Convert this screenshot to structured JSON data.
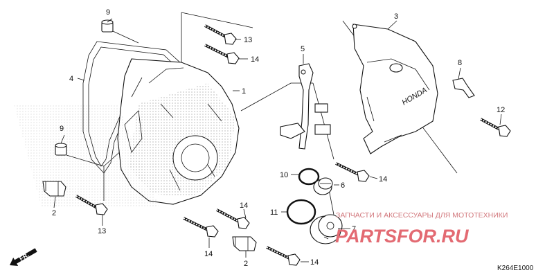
{
  "diagram_code": "K264E1000",
  "front_marker": "FR.",
  "brand_on_cover": "HONDA",
  "watermark": {
    "caption": "ЗАПЧАСТИ И АКСЕССУАРЫ ДЛЯ МОТОТЕХНИКИ",
    "logo": "PARTSFOR.RU",
    "color": "#e36a72"
  },
  "callouts": {
    "c1": "1",
    "c2a": "2",
    "c2b": "2",
    "c3": "3",
    "c4": "4",
    "c5": "5",
    "c6": "6",
    "c7": "7",
    "c8": "8",
    "c9a": "9",
    "c9b": "9",
    "c10": "10",
    "c11": "11",
    "c12": "12",
    "c13a": "13",
    "c13b": "13",
    "c14a": "14",
    "c14b": "14",
    "c14c": "14",
    "c14d": "14",
    "c14e": "14"
  }
}
